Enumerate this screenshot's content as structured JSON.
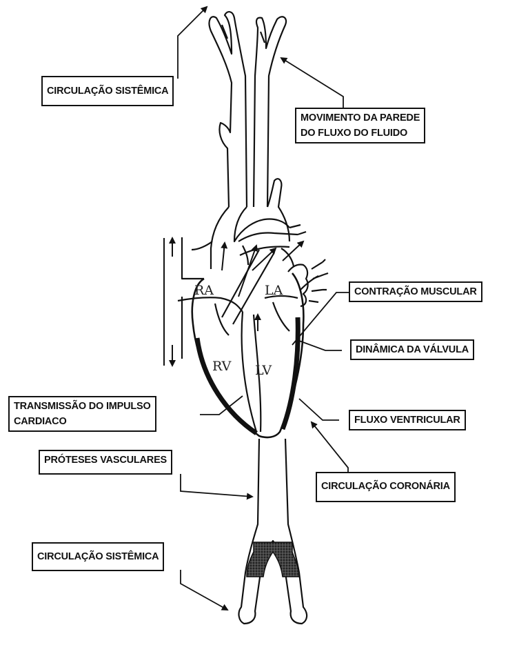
{
  "labels": {
    "circulacao_sistemica_top": "CIRCULAÇÃO SISTÊMICA",
    "movimento_parede_line1": "MOVIMENTO DA PAREDE",
    "movimento_parede_line2": "DO FLUXO DO FLUIDO",
    "contracao_muscular": "CONTRAÇÃO MUSCULAR",
    "dinamica_valvula": "DINÂMICA DA VÁLVULA",
    "transmissao_line1": "TRANSMISSÃO DO IMPULSO",
    "transmissao_line2": "CARDIACO",
    "fluxo_ventricular": "FLUXO VENTRICULAR",
    "proteses_vasculares": "PRÓTESES VASCULARES",
    "circulacao_coronaria": "CIRCULAÇÃO CORONÁRIA",
    "circulacao_sistemica_bottom": "CIRCULAÇÃO SISTÊMICA"
  },
  "chambers": {
    "ra": "RA",
    "la": "LA",
    "rv": "RV",
    "lv": "LV"
  }
}
